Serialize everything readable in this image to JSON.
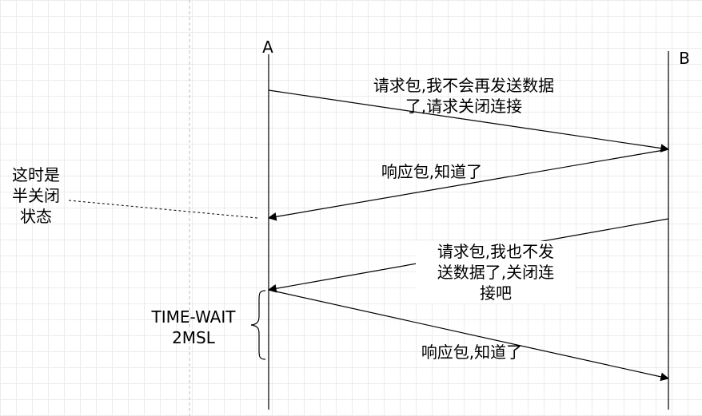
{
  "participants": {
    "a": "A",
    "b": "B"
  },
  "messages": {
    "fin1": [
      "请求包,我不会再发送数据",
      "了,请求关闭连接"
    ],
    "ack1": [
      "响应包,知道了"
    ],
    "fin2": [
      "请求包,我也不发",
      "送数据了,关闭连",
      "接吧"
    ],
    "ack2": [
      "响应包,知道了"
    ]
  },
  "annotations": {
    "half_close": [
      "这时是",
      "半关闭",
      "状态"
    ],
    "time_wait": [
      "TIME-WAIT",
      "2MSL"
    ]
  }
}
